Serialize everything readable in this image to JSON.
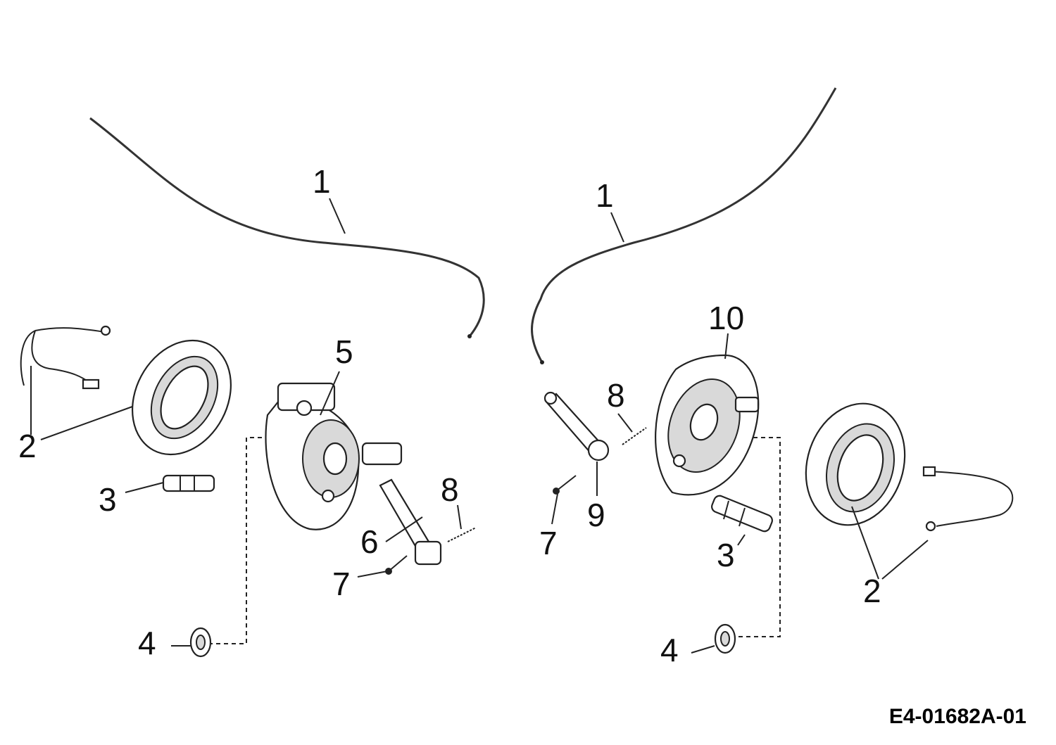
{
  "diagram": {
    "code": "E4-01682A-01",
    "callouts": {
      "cable_left": "1",
      "cable_right": "1",
      "shoe_left": "2",
      "shoe_right": "2",
      "pin_left": "3",
      "pin_right": "3",
      "assembly_left": "4",
      "assembly_right": "4",
      "backplate_left": "5",
      "lever_left": "6",
      "screw_left": "7",
      "screw_right": "7",
      "spring_left": "8",
      "spring_right": "8",
      "lever_right": "9",
      "backplate_right": "10"
    }
  }
}
